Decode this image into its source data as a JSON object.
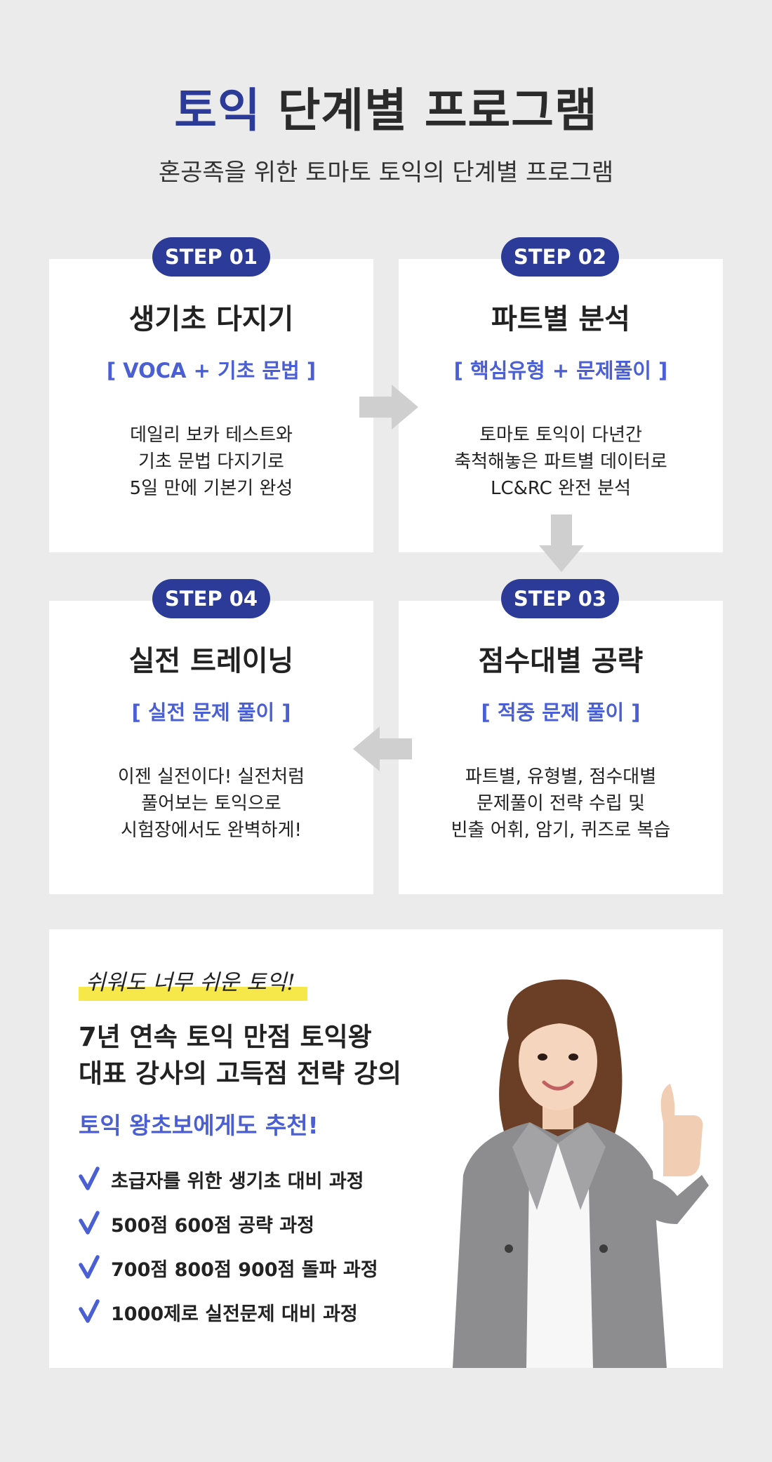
{
  "header": {
    "title_accent": "토익",
    "title_rest": "단계별 프로그램",
    "subtitle": "혼공족을 위한 토마토 토익의 단계별 프로그램"
  },
  "steps": [
    {
      "badge": "STEP 01",
      "title": "생기초 다지기",
      "tag": "[ VOCA + 기초 문법 ]",
      "desc": [
        "데일리 보카 테스트와",
        "기초 문법 다지기로",
        "5일 만에 기본기 완성"
      ]
    },
    {
      "badge": "STEP 02",
      "title": "파트별 분석",
      "tag": "[ 핵심유형 + 문제풀이 ]",
      "desc": [
        "토마토 토익이 다년간",
        "축척해놓은 파트별 데이터로",
        "LC&RC 완전 분석"
      ]
    },
    {
      "badge": "STEP 03",
      "title": "점수대별 공략",
      "tag": "[ 적중 문제 풀이 ]",
      "desc": [
        "파트별, 유형별, 점수대별",
        "문제풀이 전략 수립 및",
        "빈출 어휘, 암기, 퀴즈로 복습"
      ]
    },
    {
      "badge": "STEP 04",
      "title": "실전 트레이닝",
      "tag": "[ 실전 문제 풀이 ]",
      "desc": [
        "이젠 실전이다! 실전처럼",
        "풀어보는 토익으로",
        "시험장에서도 완벽하게!"
      ]
    }
  ],
  "promo": {
    "highlight": "쉬워도 너무 쉬운 토익!",
    "headline": [
      "7년 연속 토익 만점 토익왕",
      "대표 강사의 고득점 전략 강의"
    ],
    "recommend": "토익 왕초보에게도 추천!",
    "checklist": [
      "초급자를 위한 생기초 대비 과정",
      "500점 600점 공략 과정",
      "700점 800점 900점 돌파 과정",
      "1000제로 실전문제 대비 과정"
    ]
  },
  "colors": {
    "accent": "#2c3a98",
    "tag": "#4b5fd4",
    "highlight": "#f6e84a",
    "background": "#ebebeb",
    "arrow": "#cfcfcf"
  },
  "icons": [
    "arrow-right-icon",
    "arrow-down-icon",
    "arrow-left-icon",
    "check-icon"
  ]
}
